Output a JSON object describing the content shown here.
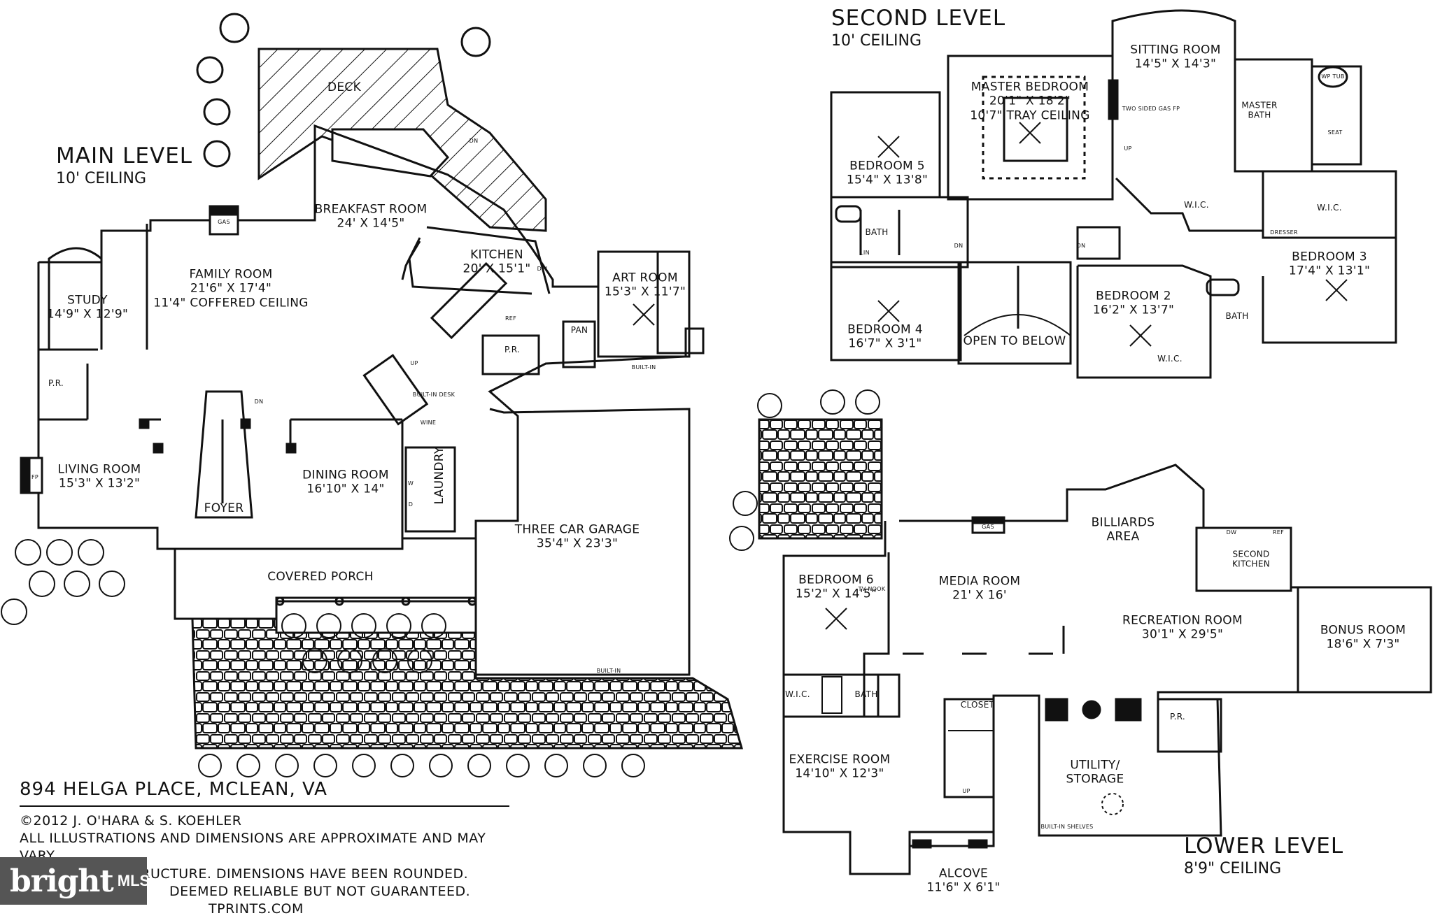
{
  "levels": {
    "main": {
      "title": "MAIN LEVEL",
      "ceiling": "10' CEILING"
    },
    "second": {
      "title": "SECOND LEVEL",
      "ceiling": "10' CEILING"
    },
    "lower": {
      "title": "LOWER LEVEL",
      "ceiling": "8'9\" CEILING"
    }
  },
  "main_rooms": {
    "deck": {
      "name": "DECK"
    },
    "breakfast": {
      "name": "BREAKFAST ROOM",
      "name2": "ROOM",
      "dims": "24' X 14'5\""
    },
    "family": {
      "name": "FAMILY ROOM",
      "dims": "21'6\" X 17'4\"",
      "extra": "11'4\" COFFERED CEILING"
    },
    "kitchen": {
      "name": "KITCHEN",
      "dims": "20' X 15'1\""
    },
    "study": {
      "name": "STUDY",
      "dims": "14'9\" X 12'9\""
    },
    "art": {
      "name": "ART ROOM",
      "dims": "15'3\" X 11'7\""
    },
    "living": {
      "name": "LIVING ROOM",
      "dims": "15'3\" X 13'2\""
    },
    "dining": {
      "name": "DINING ROOM",
      "dims": "16'10\" X 14\""
    },
    "foyer": {
      "name": "FOYER"
    },
    "laundry": {
      "name": "LAUNDRY"
    },
    "garage": {
      "name": "THREE CAR GARAGE",
      "dims": "35'4\" X 23'3\""
    },
    "porch": {
      "name": "COVERED PORCH"
    },
    "pr": {
      "name": "P.R."
    },
    "pr2": {
      "name": "P.R."
    },
    "pan": {
      "name": "PAN"
    }
  },
  "second_rooms": {
    "sitting": {
      "name": "SITTING ROOM",
      "dims": "14'5\" X 14'3\""
    },
    "master": {
      "name": "MASTER BEDROOM",
      "dims": "20'1\" X 18'2\"",
      "extra": "10'7\" TRAY CEILING"
    },
    "master_bath": {
      "name": "MASTER",
      "name2": "BATH"
    },
    "bed5": {
      "name": "BEDROOM 5",
      "dims": "15'4\" X 13'8\""
    },
    "bath_a": {
      "name": "BATH"
    },
    "bed4": {
      "name": "BEDROOM 4",
      "dims": "16'7\" X 3'1\""
    },
    "open": {
      "name": "OPEN TO BELOW"
    },
    "bed2": {
      "name": "BEDROOM 2",
      "dims": "16'2\" X 13'7\""
    },
    "bath_b": {
      "name": "BATH"
    },
    "bed3": {
      "name": "BEDROOM 3",
      "dims": "17'4\" X 13'1\""
    },
    "wic1": {
      "name": "W.I.C."
    },
    "wic2": {
      "name": "W.I.C."
    },
    "wic3": {
      "name": "W.I.C."
    }
  },
  "lower_rooms": {
    "billiards": {
      "name": "BILLIARDS",
      "name2": "AREA"
    },
    "second_kitchen": {
      "name": "SECOND",
      "name2": "KITCHEN"
    },
    "bed6": {
      "name": "BEDROOM 6",
      "dims": "15'2\" X 14'5\""
    },
    "media": {
      "name": "MEDIA ROOM",
      "dims": "21' X 16'"
    },
    "recreation": {
      "name": "RECREATION ROOM",
      "dims": "30'1\" X 29'5\""
    },
    "bonus": {
      "name": "BONUS ROOM",
      "dims": "18'6\" X 7'3\""
    },
    "wic": {
      "name": "W.I.C."
    },
    "bath": {
      "name": "BATH"
    },
    "closet": {
      "name": "CLOSET"
    },
    "pr": {
      "name": "P.R."
    },
    "exercise": {
      "name": "EXERCISE ROOM",
      "dims": "14'10\" X 12'3\""
    },
    "utility": {
      "name": "UTILITY/",
      "name2": "STORAGE"
    },
    "alcove": {
      "name": "ALCOVE",
      "dims": "11'6\" X 6'1\""
    }
  },
  "fixtures": {
    "gas_fp": "GAS",
    "fp": "FP",
    "built_in": "BUILT-IN",
    "up": "UP",
    "dn": "DN",
    "wine": "WINE",
    "built_in_desk": "BUILT-IN DESK",
    "ref": "REF",
    "dw": "DW",
    "tv_nook": "TV NOOK",
    "two_sided_gas_fp": "TWO SIDED GAS FP",
    "dresser": "DRESSER",
    "whp_tub": "WP TUB",
    "lin": "LIN",
    "seat": "SEAT",
    "built_in_shelves": "BUILT-IN SHELVES",
    "washer": "W",
    "dryer": "D"
  },
  "info": {
    "address": "894 HELGA PLACE, MCLEAN, VA",
    "copyright": "©2012 J. O'HARA & S. KOEHLER",
    "line1": "ALL ILLUSTRATIONS AND DIMENSIONS ARE APPROXIMATE AND MAY VARY",
    "line2": "FROM ACTUAL STRUCTURE. DIMENSIONS HAVE BEEN ROUNDED.",
    "line3": "DEEMED RELIABLE BUT NOT GUARANTEED.",
    "line4": "TPRINTS.COM"
  },
  "watermark": {
    "brand": "bright",
    "suffix": "MLS"
  }
}
